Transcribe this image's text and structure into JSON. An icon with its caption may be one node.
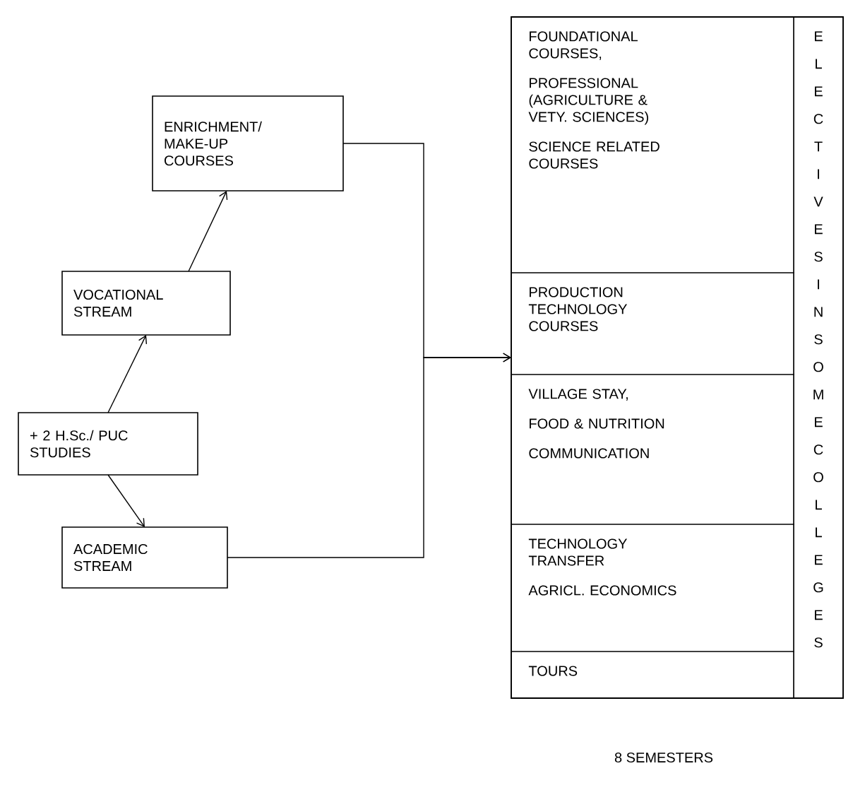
{
  "diagram": {
    "nodes": [
      {
        "text": [
          "ENRICHMENT/ MAKE-UP COURSES"
        ]
      },
      {
        "text": [
          "VOCATIONAL STREAM"
        ]
      },
      {
        "text": [
          "+ 2 H.Sc./ PUC STUDIES"
        ]
      },
      {
        "text": [
          "ACADEMIC STREAM"
        ]
      },
      {
        "text": [],
        "shape": "box"
      },
      {
        "text": [
          "FOUNDATIONAL COURSES,",
          "PROFESSIONAL (AGRICULTURE & VETY. SCIENCES)",
          "SCIENCE RELATED COURSES"
        ],
        "in": 4
      },
      {
        "text": [
          "PRODUCTION TECHNOLOGY COURSES"
        ],
        "in": 4
      },
      {
        "text": [
          "VILLAGE STAY,",
          "FOOD & NUTRITION",
          "COMMUNICATION"
        ],
        "in": 4
      },
      {
        "text": [
          "TECHNOLOGY TRANSFER",
          "AGRICL. ECONOMICS"
        ],
        "in": 4
      },
      {
        "text": [
          "TOURS"
        ],
        "in": 4
      },
      {
        "text": [
          "ELECTIVES IN SOME COLLEGES"
        ],
        "in": 4
      }
    ],
    "edges": [
      {
        "from": 2,
        "to": 1,
        "arrow": "to"
      },
      {
        "from": 1,
        "to": 0,
        "arrow": "to"
      },
      {
        "from": 2,
        "to": 3,
        "arrow": "to"
      },
      {
        "from": 0,
        "to": 4,
        "arrow": "to"
      },
      {
        "from": 3,
        "to": 4,
        "arrow": "to"
      }
    ],
    "labels": [
      "8 SEMESTERS"
    ]
  }
}
